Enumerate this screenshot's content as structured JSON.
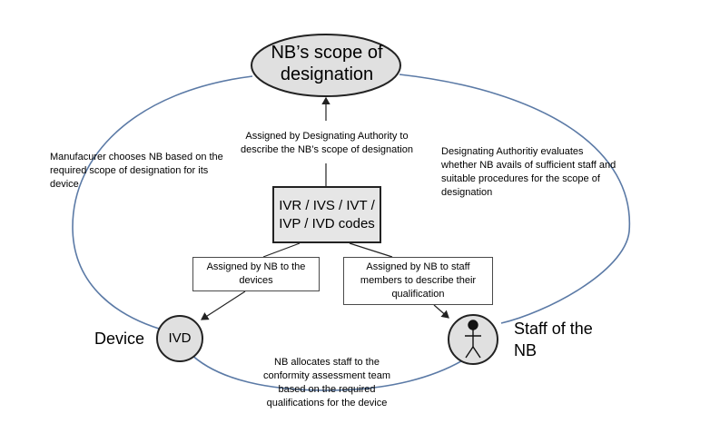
{
  "top_node": {
    "lines": [
      "NB’s scope of",
      "designation"
    ]
  },
  "center_box": {
    "lines": [
      "IVR / IVS / IVT /",
      "IVP / IVD codes"
    ]
  },
  "device_node": {
    "label": "IVD",
    "caption": "Device"
  },
  "staff_node": {
    "caption_lines": [
      "Staff of the",
      "NB"
    ]
  },
  "labels": {
    "designating_authority_assign": [
      "Assigned by Designating Authority to",
      "describe the NB’s scope of designation"
    ],
    "manufacturer": [
      "Manufacurer chooses NB based on the",
      "required scope of designation for its",
      "device"
    ],
    "designating_authority_eval": [
      "Designating Authoritiy evaluates",
      "whether NB avails of sufficient staff and",
      "suitable procedures for the scope of",
      "designation"
    ],
    "nb_allocates": [
      "NB allocates staff to the",
      "conformity assessment team",
      "based on the required",
      "qualifications for the device"
    ]
  },
  "boxes": {
    "assign_devices": [
      "Assigned by NB to the",
      "devices"
    ],
    "assign_staff": [
      "Assigned by NB to staff",
      "members to describe their",
      "qualification"
    ]
  },
  "colors": {
    "cycle_line": "#5b7aa6",
    "node_fill": "#e0e0e0",
    "node_stroke": "#222222",
    "center_box_fill": "#e6e6e6",
    "arrow": "#222222"
  }
}
